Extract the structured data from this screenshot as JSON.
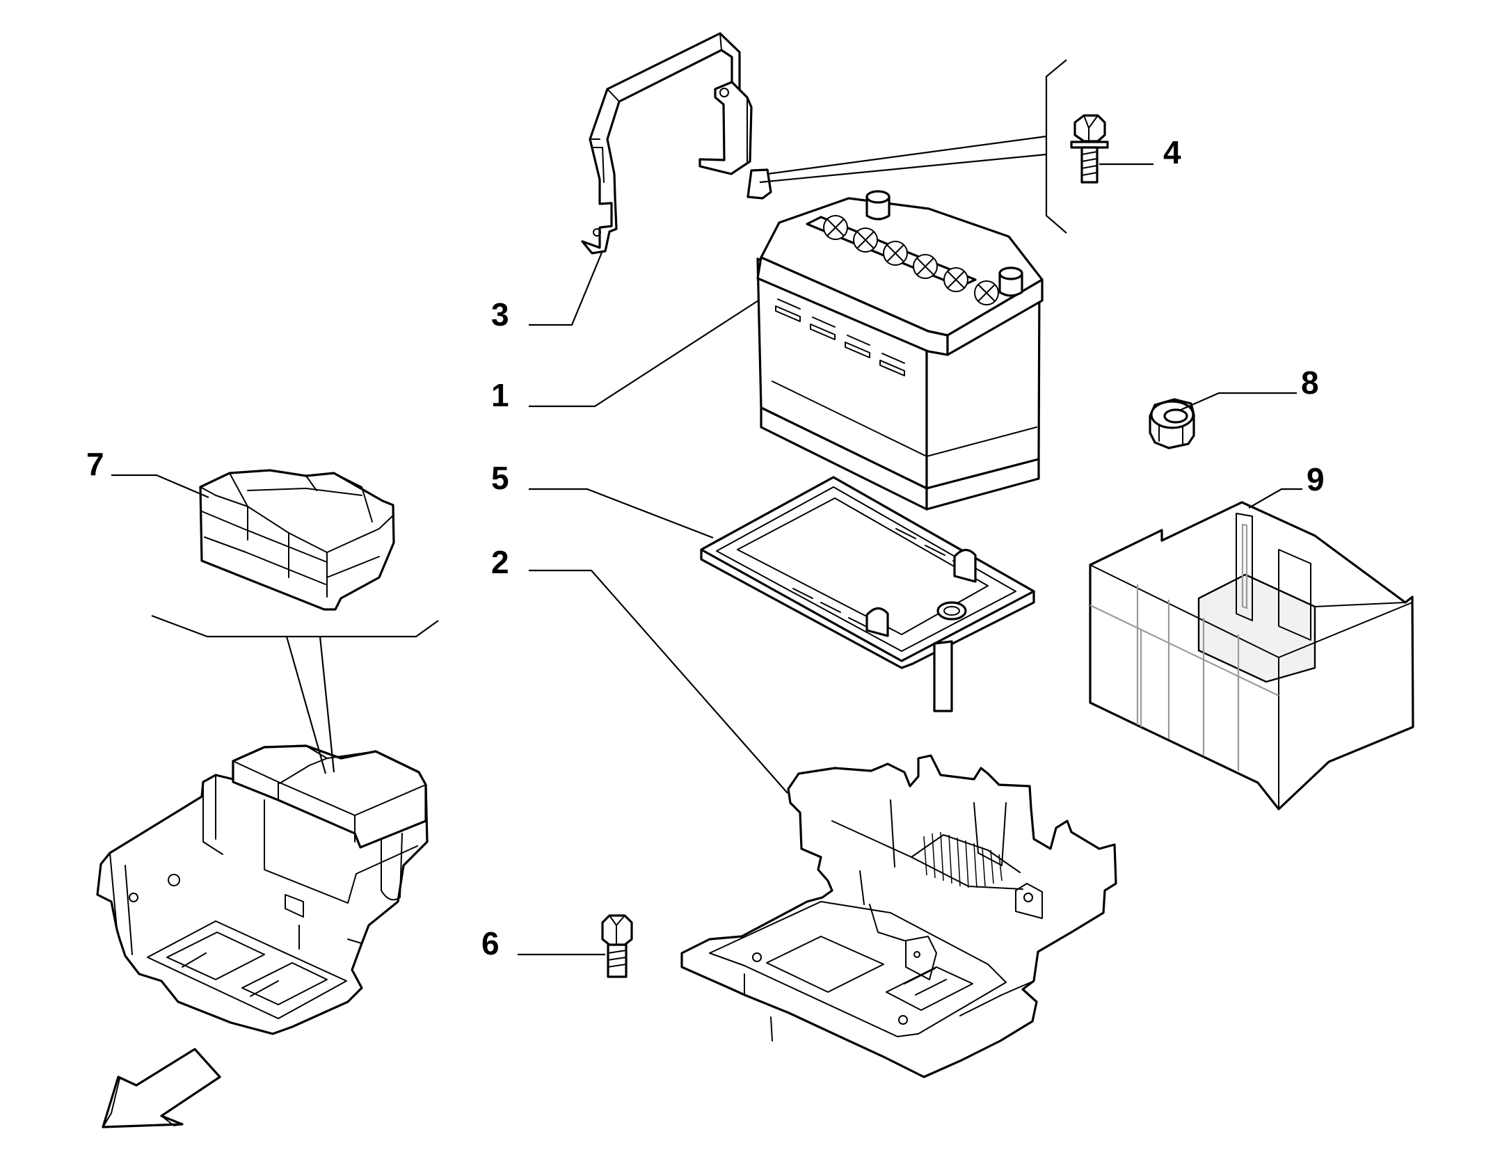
{
  "diagram": {
    "callouts": [
      {
        "id": "1",
        "label": "1"
      },
      {
        "id": "2",
        "label": "2"
      },
      {
        "id": "3",
        "label": "3"
      },
      {
        "id": "4",
        "label": "4"
      },
      {
        "id": "5",
        "label": "5"
      },
      {
        "id": "6",
        "label": "6"
      },
      {
        "id": "7",
        "label": "7"
      },
      {
        "id": "8",
        "label": "8"
      },
      {
        "id": "9",
        "label": "9"
      }
    ],
    "parts": [
      {
        "callout": "1",
        "icon": "battery-icon"
      },
      {
        "callout": "2",
        "icon": "battery-tray-support-icon"
      },
      {
        "callout": "3",
        "icon": "battery-hold-down-bracket-icon"
      },
      {
        "callout": "4",
        "icon": "flange-bolt-icon"
      },
      {
        "callout": "5",
        "icon": "battery-base-plate-icon"
      },
      {
        "callout": "6",
        "icon": "hex-bolt-icon"
      },
      {
        "callout": "7",
        "icon": "fuse-box-cover-icon"
      },
      {
        "callout": "8",
        "icon": "hex-nut-icon"
      },
      {
        "callout": "9",
        "icon": "battery-cover-casing-icon"
      }
    ],
    "direction_indicator": {
      "icon": "direction-arrow-icon"
    },
    "colors": {
      "line": "#000000",
      "background": "#ffffff",
      "fill": "#ffffff",
      "shade": "#f1f1f1"
    }
  }
}
